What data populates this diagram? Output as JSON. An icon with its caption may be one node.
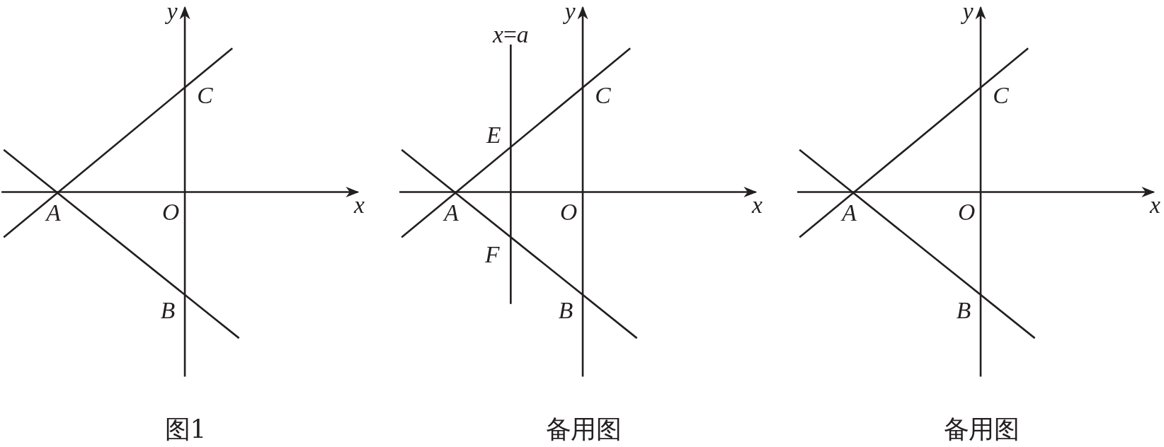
{
  "diagram": {
    "labels": [
      "y",
      "C",
      "A",
      "O",
      "x",
      "B",
      "图1",
      "*x*=*a*",
      "y",
      "E",
      "C",
      "A",
      "O",
      "x",
      "F",
      "B",
      "备用图",
      "y",
      "C",
      "A",
      "O",
      "x",
      "B",
      "备用图"
    ]
  }
}
